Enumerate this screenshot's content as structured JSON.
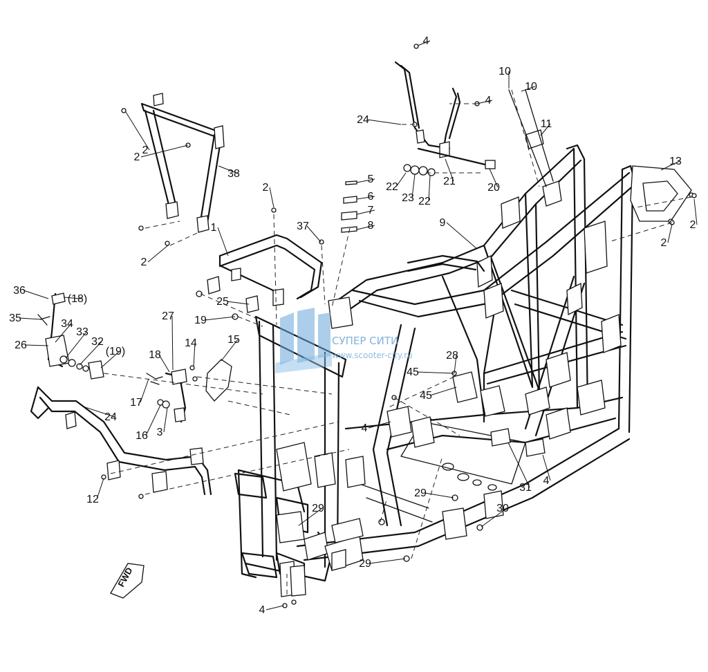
{
  "watermark": {
    "brand": "СУПЕР СИТИ",
    "url": "www.scooter-city.ru"
  },
  "direction_marker": "FWD",
  "callouts": [
    "4",
    "10",
    "10",
    "11",
    "13",
    "2",
    "2",
    "24",
    "4",
    "22",
    "23",
    "22",
    "21",
    "20",
    "5",
    "6",
    "7",
    "8",
    "9",
    "2",
    "38",
    "2",
    "2",
    "1",
    "2",
    "37",
    "36",
    "(18)",
    "35",
    "34",
    "33",
    "32",
    "(19)",
    "26",
    "25",
    "19",
    "27",
    "14",
    "15",
    "18",
    "17",
    "16",
    "3",
    "24",
    "45",
    "28",
    "45",
    "4",
    "12",
    "29",
    "29",
    "29",
    "30",
    "31",
    "4",
    "4"
  ]
}
